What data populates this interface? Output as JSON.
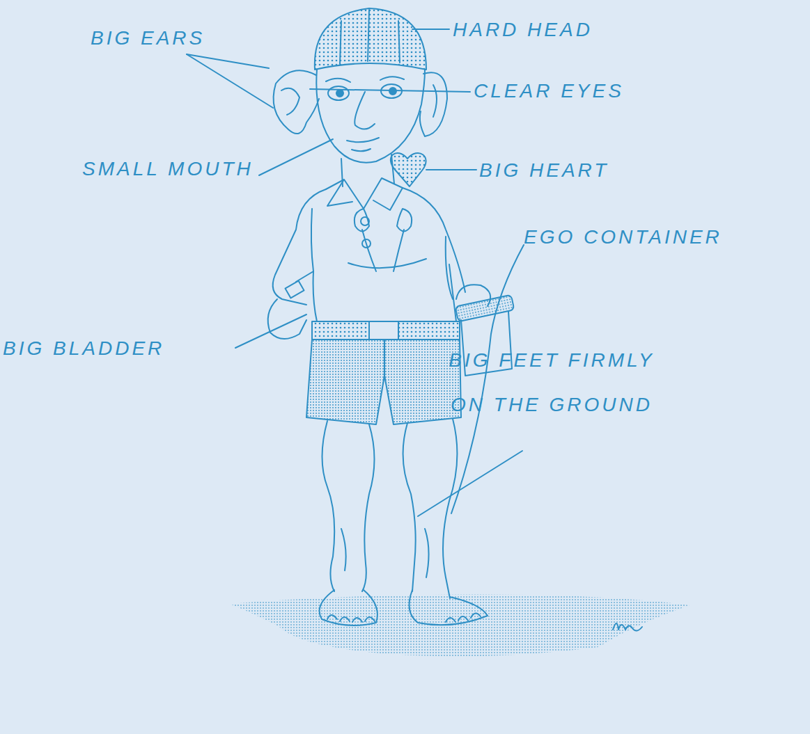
{
  "diagram": {
    "labels": [
      "HARD HEAD",
      "BIG EARS",
      "CLEAR EYES",
      "SMALL MOUTH",
      "BIG HEART",
      "EGO CONTAINER",
      "BIG BLADDER",
      "BIG FEET FIRMLY ON THE GROUND"
    ]
  }
}
